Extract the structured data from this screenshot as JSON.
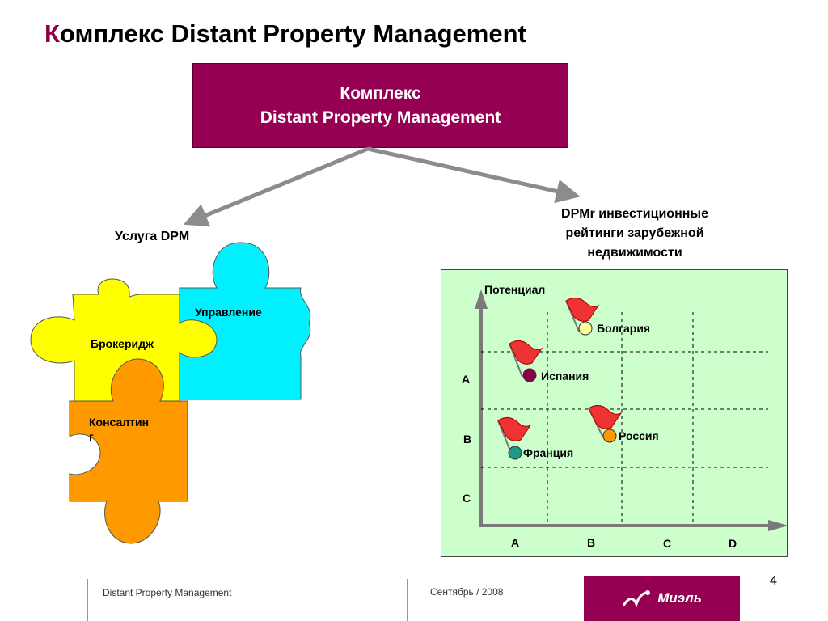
{
  "title": {
    "first_letter": "К",
    "rest": "омплекс Distant Property  Management"
  },
  "main_box": {
    "line1": "Комплекс",
    "line2": "Distant Property  Management"
  },
  "service_label": "Услуга DPM",
  "rating_label": {
    "line1": "DPMr  инвестиционные",
    "line2": "рейтинги зарубежной",
    "line3": "недвижимости"
  },
  "puzzle": {
    "management": "Управление",
    "brokerage": "Брокеридж",
    "consulting_line1": "Консалтин",
    "consulting_line2": "г"
  },
  "rating_chart": {
    "y_axis_label": "Потенциал",
    "y_levels": [
      "A",
      "B",
      "C"
    ],
    "x_levels": [
      "A",
      "B",
      "C",
      "D"
    ],
    "countries": [
      {
        "name": "Болгария",
        "color": "#ffff99"
      },
      {
        "name": "Испания",
        "color": "#8b0046"
      },
      {
        "name": "Россия",
        "color": "#ff9900"
      },
      {
        "name": "Франция",
        "color": "#1a9a8a"
      }
    ]
  },
  "footer": {
    "left_text": "Distant Property  Management",
    "date": "Сентябрь / 2008",
    "page": "4",
    "logo_text": "Миэль"
  },
  "colors": {
    "accent": "#950052",
    "cyan": "#00f0ff",
    "yellow": "#ffff00",
    "orange": "#ff9900",
    "panel": "#ccffcc"
  }
}
